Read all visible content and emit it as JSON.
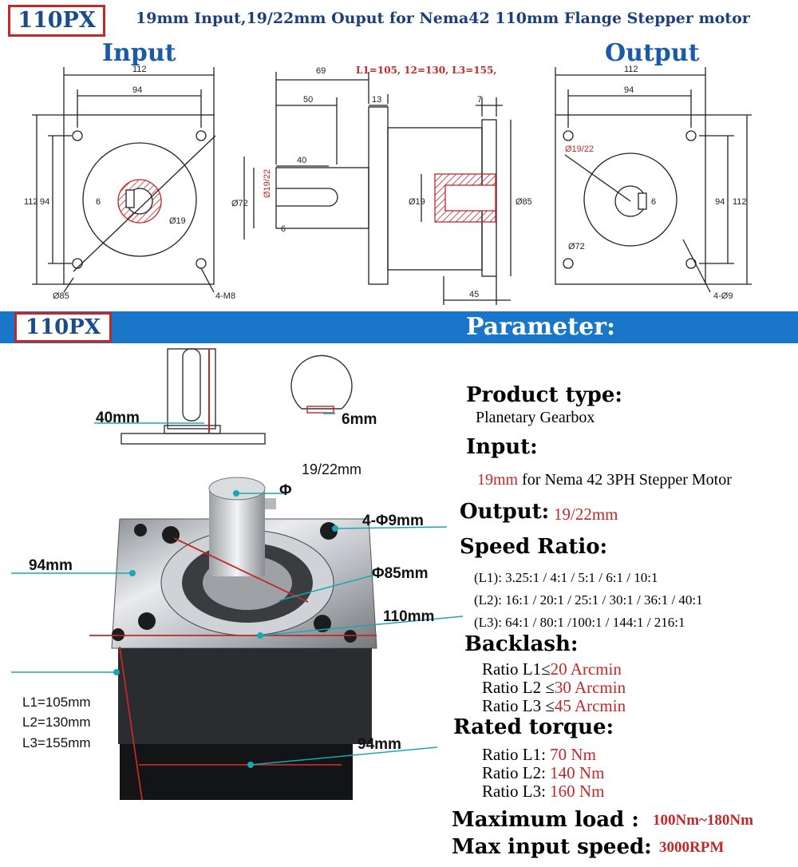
{
  "header": {
    "tag": "110PX",
    "title": "19mm Input,19/22mm Ouput for Nema42 110mm Flange Stepper motor"
  },
  "drawing": {
    "input_label": "Input",
    "output_label": "Output",
    "lengths_note": "L1=105, 12=130, L3=155,",
    "input_view": {
      "w112": "112",
      "w94": "94",
      "h112": "112",
      "h94": "94",
      "d6": "6",
      "d19": "Ø19",
      "d85": "Ø85",
      "holes": "4-M8"
    },
    "side_view": {
      "d69": "69",
      "d50": "50",
      "d13": "13",
      "d7": "7",
      "d40": "40",
      "d72": "Ø72",
      "d1922": "Ø19/22",
      "d6": "6",
      "d19": "Ø19",
      "d85": "Ø85",
      "d45": "45"
    },
    "output_view": {
      "w112": "112",
      "w94": "94",
      "h94": "94",
      "h112": "112",
      "d1922": "Ø19/22",
      "d6": "6",
      "d72": "Ø72",
      "holes": "4-Ø9"
    }
  },
  "parameter_band": {
    "tag": "110PX",
    "title": "Parameter:"
  },
  "photo": {
    "key_len": "40mm",
    "key_w": "6mm",
    "shaft_d": "19/22mm",
    "phi": "Φ",
    "holes": "4-Φ9mm",
    "w94_top": "94mm",
    "pilot": "Φ85mm",
    "flange": "110mm",
    "l1": "L1=105mm",
    "l2": "L2=130mm",
    "l3": "L3=155mm",
    "w94_bottom": "94mm"
  },
  "params": {
    "product_type_label": "Product type:",
    "product_type_value": "Planetary Gearbox",
    "input_label": "Input:",
    "input_red": "19mm",
    "input_rest": "for Nema 42 3PH Stepper Motor",
    "output_label": "Output:",
    "output_value": "19/22mm",
    "speed_label": "Speed Ratio:",
    "ratios": [
      "(L1): 3.25:1 / 4:1 / 5:1 / 6:1 / 10:1",
      "(L2): 16:1 / 20:1 / 25:1 / 30:1 / 36:1 / 40:1",
      "(L3): 64:1 / 80:1 /100:1 / 144:1 / 216:1"
    ],
    "backlash_label": "Backlash:",
    "backlash": [
      {
        "k": "Ratio L1≤",
        "v": "20 Arcmin"
      },
      {
        "k": "Ratio L2 ≤",
        "v": "30 Arcmin"
      },
      {
        "k": "Ratio L3 ≤",
        "v": "45 Arcmin"
      }
    ],
    "torque_label": "Rated torque:",
    "torque": [
      {
        "k": "Ratio L1:",
        "v": "70 Nm"
      },
      {
        "k": "Ratio L2:",
        "v": "140 Nm"
      },
      {
        "k": "Ratio L3:",
        "v": "160 Nm"
      }
    ],
    "max_load_label": "Maximum load :",
    "max_load_value": "100Nm~180Nm",
    "max_speed_label": "Max input speed:",
    "max_speed_value": "3000RPM"
  },
  "colors": {
    "band": "#1976c9",
    "accent_red": "#c22828",
    "dim_cyan": "#1aa7b5"
  }
}
